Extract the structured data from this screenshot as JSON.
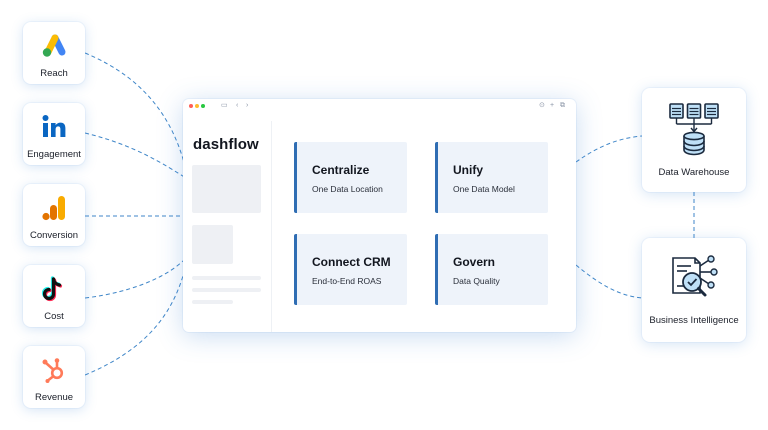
{
  "sources": [
    {
      "label": "Reach",
      "icon": "google-ads-icon"
    },
    {
      "label": "Engagement",
      "icon": "linkedin-icon"
    },
    {
      "label": "Conversion",
      "icon": "google-analytics-icon"
    },
    {
      "label": "Cost",
      "icon": "tiktok-icon"
    },
    {
      "label": "Revenue",
      "icon": "hubspot-icon"
    }
  ],
  "app": {
    "brand": "dashflow",
    "features": [
      {
        "title": "Centralize",
        "subtitle": "One Data Location"
      },
      {
        "title": "Unify",
        "subtitle": "One Data Model"
      },
      {
        "title": "Connect CRM",
        "subtitle": "End-to-End ROAS"
      },
      {
        "title": "Govern",
        "subtitle": "Data Quality"
      }
    ]
  },
  "destinations": [
    {
      "label": "Data Warehouse",
      "icon": "data-warehouse-icon"
    },
    {
      "label": "Business Intelligence",
      "icon": "business-intelligence-icon"
    }
  ],
  "colors": {
    "accent": "#2f6db3",
    "connector": "#3f86c8",
    "feature_bg": "#eef3fa",
    "google_ads_blue": "#4285f4",
    "google_ads_yellow": "#fbbc04",
    "google_ads_green": "#34a853",
    "linkedin_blue": "#0a66c2",
    "analytics_orange": "#f9ab00",
    "analytics_dark_orange": "#e37400",
    "hubspot_orange": "#ff7a59"
  }
}
